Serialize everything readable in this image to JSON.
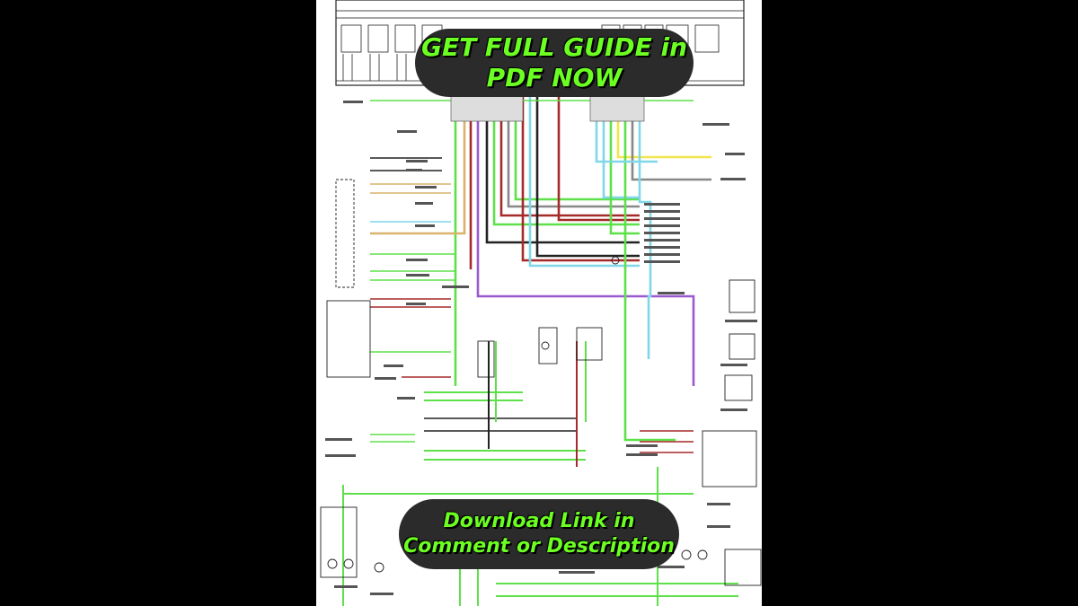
{
  "banner_top": {
    "line1": "GET FULL GUIDE in",
    "line2": "PDF NOW"
  },
  "banner_bottom": {
    "line1": "Download Link in",
    "line2": "Comment or Description"
  },
  "colors": {
    "background": "#000000",
    "diagram_paper": "#ffffff",
    "banner_fill": "#2b2b2b",
    "banner_text": "#6cff22",
    "wire_green": "#5ee04a",
    "wire_red": "#a52a2a",
    "wire_purple": "#9b59d0",
    "wire_blue": "#7fd7e8",
    "wire_tan": "#d9b36b",
    "wire_yellow": "#f2e64d",
    "wire_gray": "#888888",
    "wire_black": "#222222"
  },
  "icons": [
    "switch-symbol",
    "connector-block",
    "lamp-symbol",
    "ground-symbol"
  ]
}
